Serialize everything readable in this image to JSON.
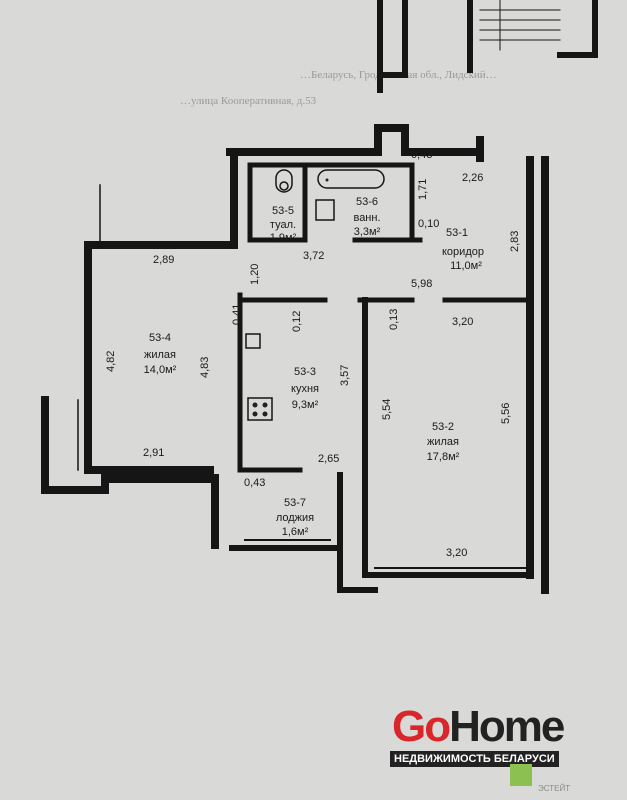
{
  "header_text": {
    "line1": "…Беларусь, Гродненская обл., Лидский…",
    "line2": "…улица Кооперативная, д.53"
  },
  "rooms": [
    {
      "id": "53-1",
      "name": "коридор",
      "area": "11,0м²"
    },
    {
      "id": "53-2",
      "name": "жилая",
      "area": "17,8м²"
    },
    {
      "id": "53-3",
      "name": "кухня",
      "area": "9,3м²"
    },
    {
      "id": "53-4",
      "name": "жилая",
      "area": "14,0м²"
    },
    {
      "id": "53-5",
      "name": "туал.",
      "area": "1,9м²"
    },
    {
      "id": "53-6",
      "name": "ванн.",
      "area": "3,3м²"
    },
    {
      "id": "53-7",
      "name": "лоджия",
      "area": "1,6м²"
    }
  ],
  "dimensions": [
    "0,43",
    "2,26",
    "1,71",
    "0,10",
    "2,83",
    "3,72",
    "5,98",
    "1,20",
    "2,89",
    "0,41",
    "0,12",
    "0,13",
    "3,20",
    "4,82",
    "4,83",
    "3,57",
    "5,54",
    "5,56",
    "2,91",
    "2,65",
    "0,43",
    "3,20"
  ],
  "logo": {
    "brand_part1": "Go",
    "brand_part2": "Home",
    "tagline": "НЕДВИЖИМОСТЬ БЕЛАРУСИ",
    "watermark": "ЭСТЕЙТ"
  }
}
